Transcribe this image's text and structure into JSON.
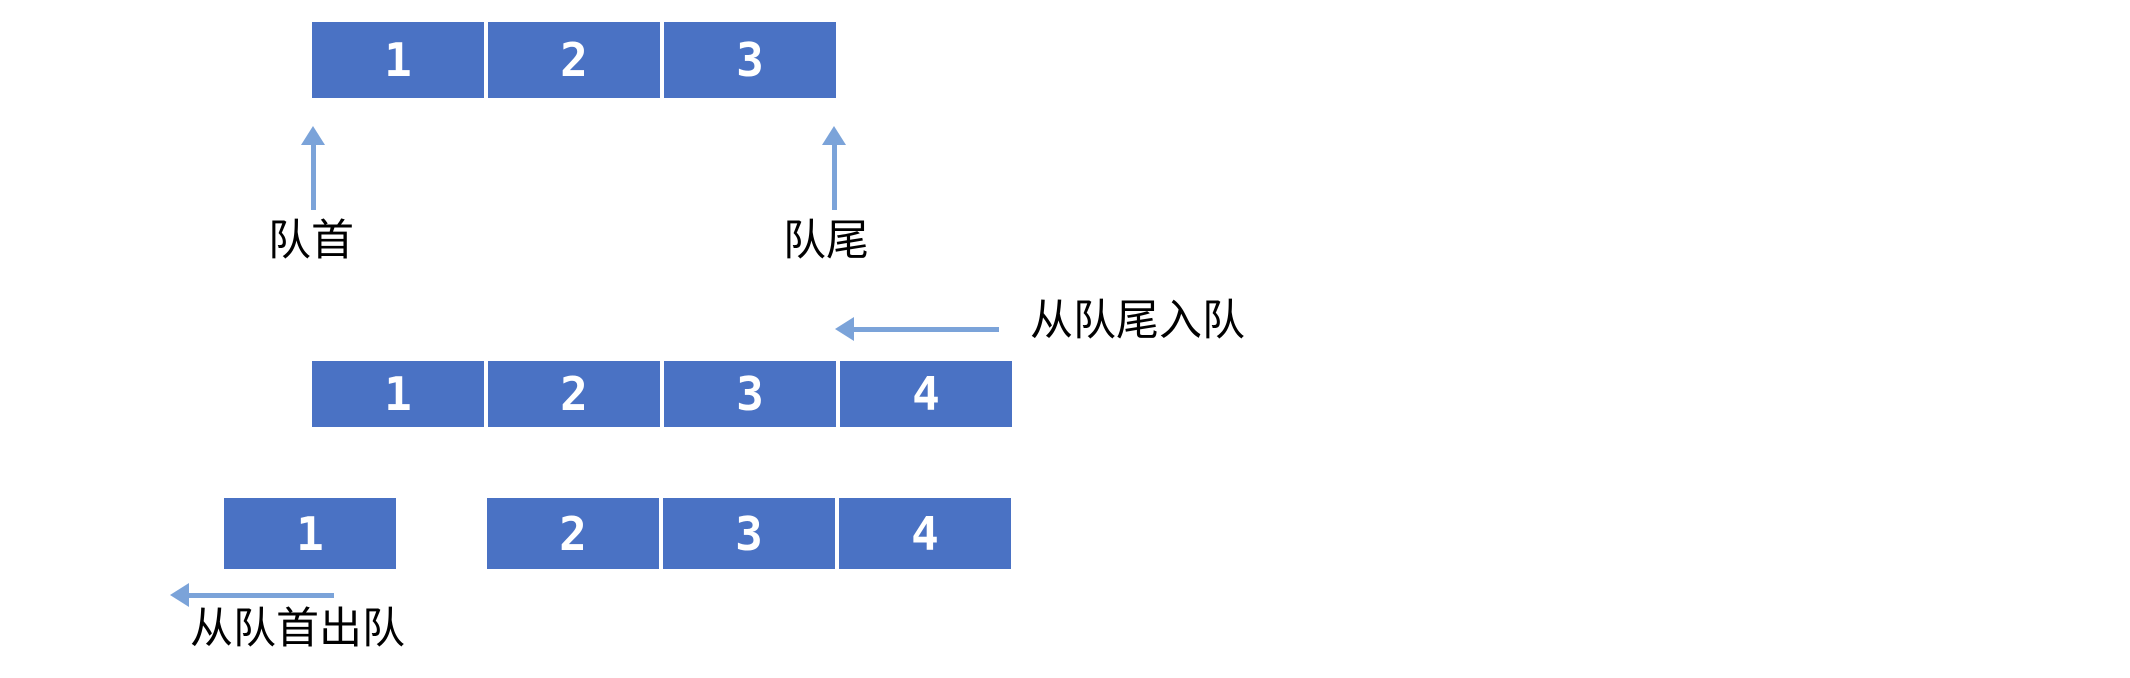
{
  "colors": {
    "box_fill": "#4a72c4",
    "arrow": "#7ba3d9",
    "number_text": "#ffffff",
    "label_text": "#000000",
    "background": "#ffffff"
  },
  "labels": {
    "front_pointer": "队首",
    "rear_pointer": "队尾",
    "enqueue": "从队尾入队",
    "dequeue": "从队首出队"
  },
  "queue": {
    "initial": {
      "cells": [
        "1",
        "2",
        "3"
      ]
    },
    "after_enqueue": {
      "cells": [
        "1",
        "2",
        "3",
        "4"
      ]
    },
    "dequeued_element": {
      "cells": [
        "1"
      ]
    },
    "after_dequeue": {
      "cells": [
        "2",
        "3",
        "4"
      ]
    }
  }
}
